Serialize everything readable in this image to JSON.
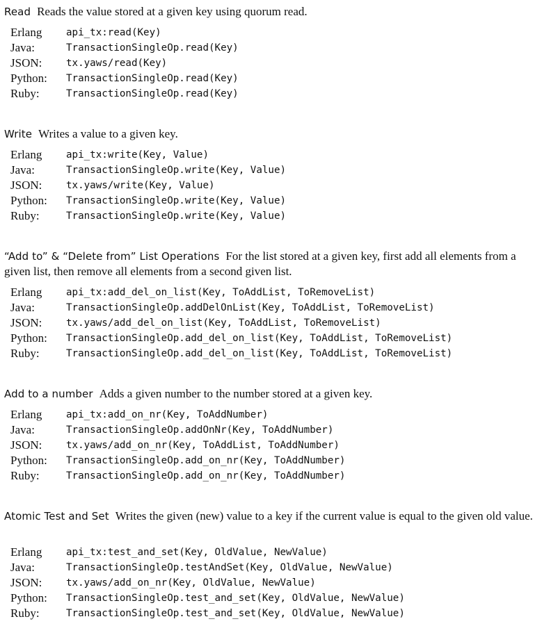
{
  "sections": [
    {
      "title": "Read",
      "description": "Reads the value stored at a given key using quorum read.",
      "rows": [
        {
          "lang": "Erlang",
          "code": "api_tx:read(Key)"
        },
        {
          "lang": "Java:",
          "code": "TransactionSingleOp.read(Key)"
        },
        {
          "lang": "JSON:",
          "code": "tx.yaws/read(Key)"
        },
        {
          "lang": "Python:",
          "code": "TransactionSingleOp.read(Key)"
        },
        {
          "lang": "Ruby:",
          "code": "TransactionSingleOp.read(Key)"
        }
      ]
    },
    {
      "title": "Write",
      "description": "Writes a value to a given key.",
      "rows": [
        {
          "lang": "Erlang",
          "code": "api_tx:write(Key, Value)"
        },
        {
          "lang": "Java:",
          "code": "TransactionSingleOp.write(Key, Value)"
        },
        {
          "lang": "JSON:",
          "code": "tx.yaws/write(Key, Value)"
        },
        {
          "lang": "Python:",
          "code": "TransactionSingleOp.write(Key, Value)"
        },
        {
          "lang": "Ruby:",
          "code": "TransactionSingleOp.write(Key, Value)"
        }
      ]
    },
    {
      "title": "“Add to” & “Delete from” List Operations",
      "description": "For the list stored at a given key, first add all elements from a given list, then remove all elements from a second given list.",
      "rows": [
        {
          "lang": "Erlang",
          "code": "api_tx:add_del_on_list(Key, ToAddList, ToRemoveList)"
        },
        {
          "lang": "Java:",
          "code": "TransactionSingleOp.addDelOnList(Key, ToAddList, ToRemoveList)"
        },
        {
          "lang": "JSON:",
          "code": "tx.yaws/add_del_on_list(Key, ToAddList, ToRemoveList)"
        },
        {
          "lang": "Python:",
          "code": "TransactionSingleOp.add_del_on_list(Key, ToAddList, ToRemoveList)"
        },
        {
          "lang": "Ruby:",
          "code": "TransactionSingleOp.add_del_on_list(Key, ToAddList, ToRemoveList)"
        }
      ]
    },
    {
      "title": "Add to a number",
      "description": "Adds a given number to the number stored at a given key.",
      "rows": [
        {
          "lang": "Erlang",
          "code": "api_tx:add_on_nr(Key, ToAddNumber)"
        },
        {
          "lang": "Java:",
          "code": "TransactionSingleOp.addOnNr(Key, ToAddNumber)"
        },
        {
          "lang": "JSON:",
          "code": "tx.yaws/add_on_nr(Key, ToAddList, ToAddNumber)"
        },
        {
          "lang": "Python:",
          "code": "TransactionSingleOp.add_on_nr(Key, ToAddNumber)"
        },
        {
          "lang": "Ruby:",
          "code": "TransactionSingleOp.add_on_nr(Key, ToAddNumber)"
        }
      ]
    },
    {
      "title": "Atomic Test and Set",
      "description": "Writes the given (new) value to a key if the current value is equal to the given old value.",
      "rows": [
        {
          "lang": "Erlang",
          "code": "api_tx:test_and_set(Key, OldValue, NewValue)"
        },
        {
          "lang": "Java:",
          "code": "TransactionSingleOp.testAndSet(Key, OldValue, NewValue)"
        },
        {
          "lang": "JSON:",
          "code": "tx.yaws/add_on_nr(Key, OldValue, NewValue)"
        },
        {
          "lang": "Python:",
          "code": "TransactionSingleOp.test_and_set(Key, OldValue, NewValue)"
        },
        {
          "lang": "Ruby:",
          "code": "TransactionSingleOp.test_and_set(Key, OldValue, NewValue)"
        }
      ]
    }
  ]
}
